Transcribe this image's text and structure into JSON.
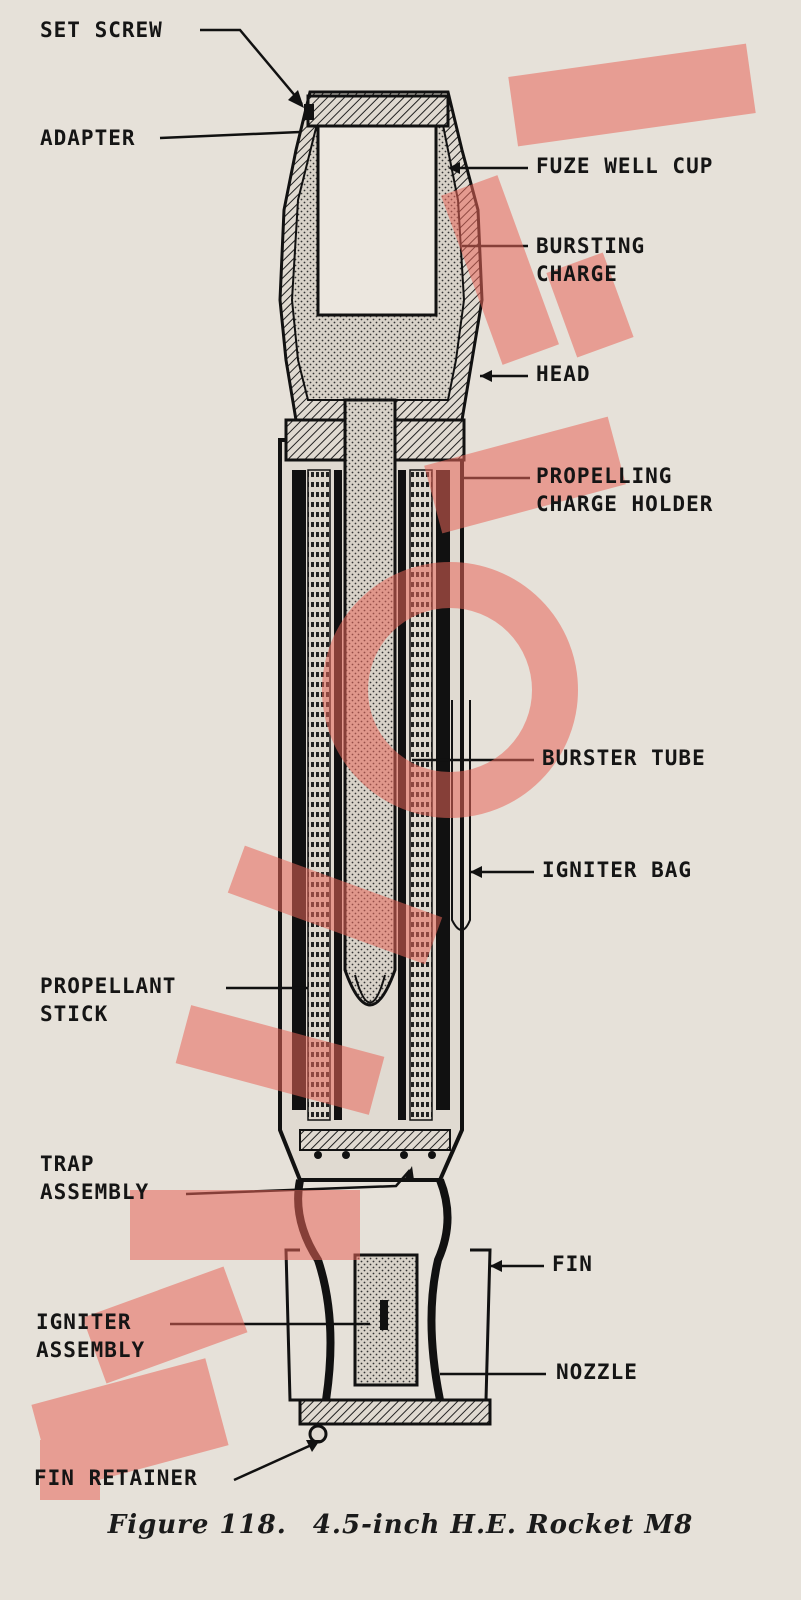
{
  "figure": {
    "caption_number": "Figure 118.",
    "caption_title": "4.5-inch H.E. Rocket M8"
  },
  "labels": {
    "set_screw": "SET SCREW",
    "adapter": "ADAPTER",
    "fuze_well_cup": "FUZE WELL CUP",
    "bursting_charge": "BURSTING\nCHARGE",
    "head": "HEAD",
    "propelling_charge_holder": "PROPELLING\nCHARGE HOLDER",
    "burster_tube": "BURSTER TUBE",
    "igniter_bag": "IGNITER BAG",
    "propellant_stick": "PROPELLANT\nSTICK",
    "trap_assembly": "TRAP\nASSEMBLY",
    "fin": "FIN",
    "igniter_assembly": "IGNITER\nASSEMBLY",
    "nozzle": "NOZZLE",
    "fin_retainer": "FIN RETAINER"
  },
  "colors": {
    "background": "#e6e1d9",
    "ink": "#151515",
    "watermark": "#e8675a"
  }
}
